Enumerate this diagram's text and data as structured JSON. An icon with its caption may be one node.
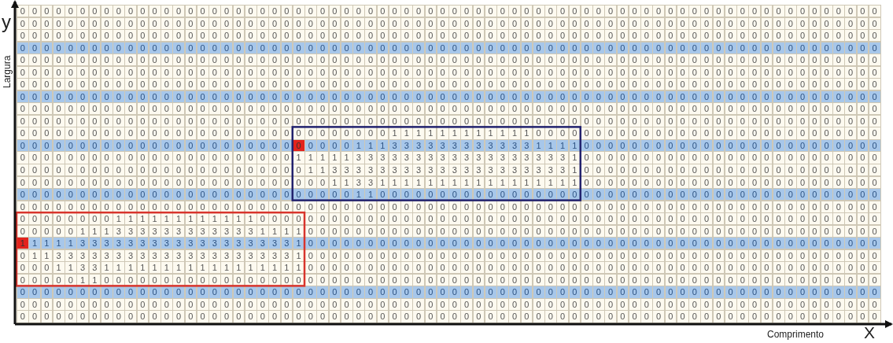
{
  "diagram": {
    "labels": [
      "y",
      "Largura",
      "0",
      "0",
      "0",
      "0",
      "0",
      "0",
      "0",
      "0",
      "0",
      "0",
      "0",
      "0",
      "0",
      "0",
      "0",
      "0",
      "0",
      "0",
      "0",
      "0",
      "0",
      "0",
      "0",
      "0",
      "0",
      "0",
      "0",
      "0",
      "0",
      "0",
      "0",
      "0",
      "0",
      "0",
      "0",
      "0",
      "0",
      "0",
      "0",
      "0",
      "0",
      "0",
      "0",
      "0",
      "0",
      "0",
      "0",
      "0",
      "0",
      "0",
      "0",
      "0",
      "0",
      "0",
      "0",
      "0",
      "0",
      "0",
      "0",
      "0",
      "0",
      "0",
      "0",
      "0",
      "0",
      "0",
      "0",
      "0",
      "0",
      "0",
      "0",
      "0",
      "0",
      "0",
      "0",
      "0",
      "0",
      "0",
      "0",
      "0",
      "0",
      "0",
      "0",
      "0",
      "0",
      "0",
      "0",
      "0",
      "0",
      "0",
      "0",
      "0",
      "0",
      "0",
      "0",
      "0",
      "0",
      "0",
      "0",
      "0",
      "0",
      "0",
      "0",
      "0",
      "0",
      "0",
      "0",
      "0",
      "0",
      "0",
      "0",
      "0",
      "0",
      "0",
      "0",
      "0",
      "0",
      "0",
      "0",
      "0",
      "0",
      "0",
      "0",
      "0",
      "0",
      "0",
      "0",
      "0",
      "0",
      "0",
      "0",
      "0",
      "0",
      "0",
      "0",
      "0",
      "0",
      "0",
      "0",
      "0",
      "0",
      "0",
      "0",
      "0",
      "0",
      "0",
      "0",
      "0",
      "0",
      "0",
      "0",
      "0",
      "0",
      "0",
      "0",
      "0",
      "0",
      "0",
      "0",
      "0",
      "0",
      "0",
      "0",
      "0",
      "0",
      "0",
      "0",
      "0",
      "0",
      "0",
      "0",
      "0",
      "0",
      "0",
      "0",
      "0",
      "0",
      "0",
      "0",
      "0",
      "0",
      "0",
      "0",
      "0",
      "0",
      "0",
      "0",
      "0",
      "0",
      "0",
      "0",
      "0",
      "0",
      "0",
      "0",
      "0",
      "0",
      "0",
      "0",
      "0",
      "0",
      "0",
      "0",
      "0",
      "0",
      "0",
      "0",
      "0",
      "0",
      "0",
      "0",
      "0",
      "0",
      "0",
      "0",
      "0",
      "0",
      "0",
      "0",
      "0",
      "0",
      "0",
      "0",
      "0",
      "0",
      "0",
      "0",
      "0",
      "0",
      "0",
      "0",
      "0",
      "0",
      "0",
      "0",
      "0",
      "0",
      "0",
      "0",
      "0",
      "0",
      "0",
      "0",
      "0",
      "0",
      "0",
      "0",
      "0",
      "0",
      "0",
      "0",
      "0",
      "0",
      "0",
      "0",
      "0",
      "0",
      "0",
      "0",
      "0",
      "0",
      "0",
      "0",
      "0",
      "0",
      "0",
      "0",
      "0",
      "0",
      "0",
      "0",
      "0",
      "0",
      "0",
      "0",
      "0",
      "0",
      "0",
      "0",
      "0",
      "0",
      "0",
      "0",
      "0",
      "0",
      "0",
      "0",
      "0",
      "0",
      "0",
      "0",
      "0",
      "0",
      "0",
      "0",
      "0",
      "0",
      "0",
      "0",
      "0",
      "0",
      "0",
      "0",
      "0",
      "0",
      "0",
      "0",
      "0",
      "0",
      "0",
      "0",
      "0",
      "0",
      "0",
      "0",
      "0",
      "0",
      "0",
      "0",
      "0",
      "0",
      "0",
      "0",
      "0",
      "0",
      "0",
      "0",
      "0",
      "0",
      "0",
      "0",
      "0",
      "0",
      "0",
      "0",
      "0",
      "0",
      "0",
      "0",
      "0",
      "0",
      "0",
      "0",
      "0",
      "0",
      "0",
      "0",
      "0",
      "0",
      "0",
      "0",
      "0",
      "0",
      "0",
      "0",
      "0",
      "0",
      "0",
      "0",
      "0",
      "0",
      "0",
      "0",
      "0",
      "0",
      "0",
      "0",
      "0",
      "0",
      "0",
      "0",
      "0",
      "0",
      "0",
      "0",
      "0",
      "0",
      "0",
      "0",
      "0",
      "0",
      "0",
      "0",
      "0",
      "0",
      "0",
      "0",
      "0",
      "0",
      "0",
      "0",
      "0",
      "0",
      "0",
      "0",
      "0",
      "0",
      "0",
      "0",
      "0",
      "0",
      "0",
      "0",
      "0",
      "0",
      "0",
      "0",
      "0",
      "0",
      "0",
      "0",
      "0",
      "0",
      "0",
      "0",
      "0",
      "0",
      "0",
      "0",
      "0",
      "0",
      "0",
      "0",
      "0",
      "0",
      "0",
      "0",
      "0",
      "0",
      "0",
      "0",
      "0",
      "0",
      "0",
      "0",
      "0",
      "0",
      "0",
      "0",
      "0",
      "0",
      "0",
      "0",
      "0",
      "0",
      "0",
      "0",
      "0",
      "0",
      "0",
      "0",
      "0",
      "0",
      "0",
      "0",
      "0",
      "0",
      "0",
      "0",
      "0",
      "0",
      "0",
      "0",
      "0",
      "0",
      "0",
      "0",
      "0",
      "0",
      "0",
      "0",
      "0",
      "0",
      "0",
      "0",
      "0",
      "0",
      "0",
      "0",
      "0",
      "0",
      "0",
      "0",
      "0",
      "0",
      "0",
      "0",
      "0",
      "0",
      "0",
      "0",
      "0",
      "0",
      "0",
      "0",
      "0",
      "0",
      "0",
      "0",
      "0",
      "0",
      "0",
      "0",
      "0",
      "0",
      "0",
      "0",
      "0",
      "0",
      "0",
      "0",
      "0",
      "0",
      "0",
      "0",
      "0",
      "0",
      "0",
      "0",
      "0",
      "0",
      "0",
      "0",
      "0",
      "0",
      "0",
      "0",
      "0",
      "0",
      "0",
      "0",
      "0",
      "0",
      "0",
      "0",
      "0",
      "0",
      "0",
      "0",
      "0",
      "0",
      "0",
      "0",
      "0",
      "0",
      "0",
      "0",
      "0",
      "0",
      "0",
      "0",
      "0",
      "0",
      "0",
      "0",
      "0",
      "0",
      "0",
      "0",
      "0",
      "0",
      "0",
      "0",
      "0",
      "0",
      "0",
      "0",
      "0",
      "0",
      "0",
      "0",
      "0",
      "0",
      "0",
      "0",
      "0",
      "0",
      "0",
      "0",
      "0",
      "0",
      "0",
      "0",
      "0",
      "0",
      "0",
      "0",
      "0",
      "0",
      "0",
      "0",
      "0",
      "0",
      "0",
      "0",
      "0",
      "0",
      "0",
      "0",
      "0",
      "0",
      "0",
      "0",
      "0",
      "0",
      "0",
      "0",
      "0",
      "0",
      "0",
      "0",
      "0",
      "0",
      "0",
      "0",
      "0",
      "0",
      "0",
      "0",
      "0",
      "0",
      "0",
      "0",
      "0",
      "0",
      "0",
      "0",
      "0",
      "0",
      "0",
      "0",
      "0",
      "0",
      "0",
      "0",
      "0",
      "0",
      "0",
      "0",
      "0",
      "0",
      "0",
      "0",
      "0",
      "0",
      "0",
      "0",
      "0",
      "0",
      "0",
      "0",
      "0",
      "0",
      "0",
      "0",
      "0",
      "0",
      "0",
      "0",
      "0",
      "0",
      "0",
      "0",
      "0",
      "0",
      "0",
      "0",
      "0",
      "0",
      "0",
      "0",
      "0",
      "0",
      "0",
      "0",
      "0",
      "0",
      "0",
      "0",
      "0",
      "0",
      "0",
      "0",
      "0",
      "0",
      "0",
      "0",
      "0",
      "0",
      "0",
      "0",
      "0",
      "0",
      "0",
      "0",
      "0",
      "0",
      "0",
      "0",
      "0",
      "0",
      "0",
      "0",
      "0",
      "0",
      "0",
      "0",
      "0",
      "0",
      "0",
      "0",
      "0",
      "0",
      "0",
      "0",
      "0",
      "0",
      "0",
      "0",
      "0",
      "0",
      "0",
      "0",
      "0",
      "0",
      "0",
      "0",
      "0",
      "0",
      "0",
      "0",
      "0",
      "0",
      "0",
      "0",
      "0",
      "0",
      "0",
      "0",
      "0",
      "0",
      "0",
      "0",
      "0",
      "0",
      "0",
      "0",
      "0",
      "0",
      "0",
      "0",
      "1",
      "1",
      "1",
      "1",
      "1",
      "1",
      "1",
      "1",
      "1",
      "1",
      "1",
      "1",
      "0",
      "0",
      "0",
      "0",
      "0",
      "0",
      "0",
      "0",
      "0",
      "0",
      "0",
      "0",
      "0",
      "0",
      "0",
      "0",
      "0",
      "0",
      "0",
      "0",
      "0",
      "0",
      "0",
      "0",
      "0",
      "0",
      "0",
      "0",
      "0",
      "0",
      "0",
      "0",
      "0",
      "0",
      "0",
      "0",
      "0",
      "0",
      "0",
      "0",
      "0",
      "0",
      "0",
      "0",
      "0",
      "0",
      "0",
      "0",
      "0",
      "0",
      "0",
      "0",
      "0",
      "0",
      "0",
      "0",
      "0",
      "1",
      "1",
      "1",
      "3",
      "3",
      "3",
      "3",
      "3",
      "3",
      "3",
      "3",
      "3",
      "3",
      "3",
      "3",
      "1",
      "1",
      "1",
      "1",
      "0",
      "0",
      "0",
      "0",
      "0",
      "0",
      "0",
      "0",
      "0",
      "0",
      "0",
      "0",
      "0",
      "0",
      "0",
      "0",
      "0",
      "0",
      "0",
      "0",
      "0",
      "0",
      "0",
      "0",
      "0",
      "0",
      "0",
      "0",
      "0",
      "0",
      "0",
      "0",
      "0",
      "0",
      "0",
      "0",
      "0",
      "0",
      "0",
      "0",
      "0",
      "0",
      "0",
      "0",
      "0",
      "0",
      "0",
      "0",
      "1",
      "1",
      "1",
      "1",
      "1",
      "3",
      "3",
      "3",
      "3",
      "3",
      "3",
      "3",
      "3",
      "3",
      "3",
      "3",
      "3",
      "3",
      "3",
      "3",
      "3",
      "3",
      "3",
      "1",
      "0",
      "0",
      "0",
      "0",
      "0",
      "0",
      "0",
      "0",
      "0",
      "0",
      "0",
      "0",
      "0",
      "0",
      "0",
      "0",
      "0",
      "0",
      "0",
      "0",
      "0",
      "0",
      "0",
      "0",
      "0",
      "0",
      "0",
      "0",
      "0",
      "0",
      "0",
      "0",
      "0",
      "0",
      "0",
      "0",
      "0",
      "0",
      "0",
      "0",
      "0",
      "0",
      "0",
      "0",
      "0",
      "0",
      "0",
      "0",
      "0",
      "1",
      "1",
      "3",
      "3",
      "3",
      "3",
      "3",
      "3",
      "3",
      "3",
      "3",
      "3",
      "3",
      "3",
      "3",
      "3",
      "3",
      "3",
      "3",
      "3",
      "3",
      "3",
      "1",
      "0",
      "0",
      "0",
      "0",
      "0",
      "0",
      "0",
      "0",
      "0",
      "0",
      "0",
      "0",
      "0",
      "0",
      "0",
      "0",
      "0",
      "0",
      "0",
      "0",
      "0",
      "0",
      "0",
      "0",
      "0",
      "0",
      "0",
      "0",
      "0",
      "0",
      "0",
      "0",
      "0",
      "0",
      "0",
      "0",
      "0",
      "0",
      "0",
      "0",
      "0",
      "0",
      "0",
      "0",
      "0",
      "0",
      "0",
      "0",
      "0",
      "0",
      "0",
      "1",
      "1",
      "3",
      "3",
      "1",
      "1",
      "1",
      "1",
      "1",
      "1",
      "1",
      "1",
      "1",
      "1",
      "1",
      "1",
      "1",
      "1",
      "1",
      "1",
      "1",
      "0",
      "0",
      "0",
      "0",
      "0",
      "0",
      "0",
      "0",
      "0",
      "0",
      "0",
      "0",
      "0",
      "0",
      "0",
      "0",
      "0",
      "0",
      "0",
      "0",
      "0",
      "0",
      "0",
      "0",
      "0",
      "0",
      "0",
      "0",
      "0",
      "0",
      "0",
      "0",
      "0",
      "0",
      "0",
      "0",
      "0",
      "0",
      "0",
      "0",
      "0",
      "0",
      "0",
      "0",
      "0",
      "0",
      "0",
      "0",
      "0",
      "0",
      "0",
      "0",
      "0",
      "1",
      "1",
      "0",
      "0",
      "0",
      "0",
      "0",
      "0",
      "0",
      "0",
      "0",
      "0",
      "0",
      "0",
      "0",
      "0",
      "0",
      "0",
      "0",
      "0",
      "0",
      "0",
      "0",
      "0",
      "0",
      "0",
      "0",
      "0",
      "0",
      "0",
      "0",
      "0",
      "0",
      "0",
      "0",
      "0",
      "0",
      "0",
      "0",
      "0",
      "0",
      "0",
      "0",
      "0",
      "0",
      "0",
      "0",
      "0",
      "0",
      "0",
      "0",
      "0",
      "0",
      "0",
      "0",
      "0",
      "0",
      "0",
      "0",
      "0",
      "0",
      "0",
      "0",
      "0",
      "0",
      "0",
      "0",
      "0",
      "0",
      "0",
      "0",
      "0",
      "0",
      "0",
      "0",
      "0",
      "0",
      "0",
      "0",
      "0",
      "0",
      "0",
      "0",
      "0",
      "0",
      "0",
      "0",
      "0",
      "0",
      "0",
      "0",
      "0",
      "0",
      "0",
      "0",
      "0",
      "0",
      "0",
      "0",
      "0",
      "0",
      "0",
      "0",
      "0",
      "0",
      "0",
      "0",
      "0",
      "0",
      "0",
      "0",
      "0",
      "0",
      "0",
      "0",
      "0",
      "0",
      "0",
      "0",
      "0",
      "0",
      "0",
      "0",
      "0",
      "1",
      "1",
      "1",
      "1",
      "1",
      "1",
      "1",
      "1",
      "1",
      "1",
      "1",
      "1",
      "0",
      "0",
      "0",
      "0",
      "0",
      "0",
      "0",
      "0",
      "0",
      "0",
      "0",
      "0",
      "0",
      "0",
      "0",
      "0",
      "0",
      "0",
      "0",
      "0",
      "0",
      "0",
      "0",
      "0",
      "0",
      "0",
      "0",
      "0",
      "0",
      "0",
      "0",
      "0",
      "0",
      "0",
      "0",
      "0",
      "0",
      "0",
      "0",
      "0",
      "0",
      "0",
      "0",
      "0",
      "0",
      "0",
      "0",
      "0",
      "0",
      "0",
      "0",
      "0",
      "0",
      "0",
      "0",
      "0",
      "0",
      "1",
      "1",
      "1",
      "3",
      "3",
      "3",
      "3",
      "3",
      "3",
      "3",
      "3",
      "3",
      "3",
      "3",
      "3",
      "1",
      "1",
      "1",
      "1",
      "0",
      "0",
      "0",
      "0",
      "0",
      "0",
      "0",
      "0",
      "0",
      "0",
      "0",
      "0",
      "0",
      "0",
      "0",
      "0",
      "0",
      "0",
      "0",
      "0",
      "0",
      "0",
      "0",
      "0",
      "0",
      "0",
      "0",
      "0",
      "0",
      "0",
      "0",
      "0",
      "0",
      "0",
      "0",
      "0",
      "0",
      "0",
      "0",
      "0",
      "0",
      "0",
      "0",
      "0",
      "0",
      "0",
      "0",
      "0",
      "1",
      "1",
      "1",
      "1",
      "1",
      "3",
      "3",
      "3",
      "3",
      "3",
      "3",
      "3",
      "3",
      "3",
      "3",
      "3",
      "3",
      "3",
      "3",
      "3",
      "3",
      "3",
      "3",
      "1",
      "0",
      "0",
      "0",
      "0",
      "0",
      "0",
      "0",
      "0",
      "0",
      "0",
      "0",
      "0",
      "0",
      "0",
      "0",
      "0",
      "0",
      "0",
      "0",
      "0",
      "0",
      "0",
      "0",
      "0",
      "0",
      "0",
      "0",
      "0",
      "0",
      "0",
      "0",
      "0",
      "0",
      "0",
      "0",
      "0",
      "0",
      "0",
      "0",
      "0",
      "0",
      "0",
      "0",
      "0",
      "0",
      "0",
      "0",
      "0",
      "0",
      "1",
      "1",
      "3",
      "3",
      "3",
      "3",
      "3",
      "3",
      "3",
      "3",
      "3",
      "3",
      "3",
      "3",
      "3",
      "3",
      "3",
      "3",
      "3",
      "3",
      "3",
      "3",
      "1",
      "0",
      "0",
      "0",
      "0",
      "0",
      "0",
      "0",
      "0",
      "0",
      "0",
      "0",
      "0",
      "0",
      "0",
      "0",
      "0",
      "0",
      "0",
      "0",
      "0",
      "0",
      "0",
      "0",
      "0",
      "0",
      "0",
      "0",
      "0",
      "0",
      "0",
      "0",
      "0",
      "0",
      "0",
      "0",
      "0",
      "0",
      "0",
      "0",
      "0",
      "0",
      "0",
      "0",
      "0",
      "0",
      "0",
      "0",
      "0",
      "0",
      "0",
      "0",
      "1",
      "1",
      "3",
      "3",
      "1",
      "1",
      "1",
      "1",
      "1",
      "1",
      "1",
      "1",
      "1",
      "1",
      "1",
      "1",
      "1",
      "1",
      "1",
      "1",
      "1",
      "0",
      "0",
      "0",
      "0",
      "0",
      "0",
      "0",
      "0",
      "0",
      "0",
      "0",
      "0",
      "0",
      "0",
      "0",
      "0",
      "0",
      "0",
      "0",
      "0",
      "0",
      "0",
      "0",
      "0",
      "0",
      "0",
      "0",
      "0",
      "0",
      "0",
      "0",
      "0",
      "0",
      "0",
      "0",
      "0",
      "0",
      "0",
      "0",
      "0",
      "0",
      "0",
      "0",
      "0",
      "0",
      "0",
      "0",
      "0",
      "0",
      "0",
      "0",
      "0",
      "0",
      "1",
      "1",
      "0",
      "0",
      "0",
      "0",
      "0",
      "0",
      "0",
      "0",
      "0",
      "0",
      "0",
      "0",
      "0",
      "0",
      "0",
      "0",
      "0",
      "0",
      "0",
      "0",
      "0",
      "0",
      "0",
      "0",
      "0",
      "0",
      "0",
      "0",
      "0",
      "0",
      "0",
      "0",
      "0",
      "0",
      "0",
      "0",
      "0",
      "0",
      "0",
      "0",
      "0",
      "0",
      "0",
      "0",
      "0",
      "0",
      "0",
      "0",
      "0",
      "0",
      "0",
      "0",
      "0",
      "0",
      "0",
      "0",
      "0",
      "0",
      "0",
      "0",
      "0",
      "0",
      "0",
      "0",
      "0",
      "0",
      "0",
      "0",
      "0",
      "0",
      "0",
      "0",
      "0",
      "0",
      "0",
      "0",
      "0",
      "0",
      "0",
      "0",
      "0",
      "0",
      "0",
      "0",
      "0",
      "0",
      "0",
      "0",
      "0",
      "0",
      "0",
      "0",
      "0",
      "0",
      "0",
      "0",
      "0",
      "0",
      "0",
      "0",
      "0",
      "0",
      "0",
      "0",
      "0",
      "0",
      "0",
      "0",
      "0",
      "0",
      "0",
      "0",
      "0",
      "0",
      "0",
      "0",
      "0",
      "0",
      "0",
      "0",
      "0",
      "0",
      "0",
      "0",
      "0",
      "0",
      "0",
      "0",
      "0",
      "0",
      "0",
      "0",
      "0",
      "0",
      "0",
      "0",
      "0",
      "0",
      "0",
      "0",
      "0",
      "0",
      "0",
      "0",
      "0",
      "0",
      "0",
      "0",
      "0",
      "0",
      "0",
      "0",
      "0",
      "0",
      "0",
      "0",
      "0",
      "0",
      "0",
      "0",
      "0",
      "0",
      "0",
      "0",
      "0",
      "0",
      "0",
      "0",
      "0",
      "0",
      "0",
      "0",
      "0",
      "0",
      "0",
      "0",
      "0",
      "0",
      "0",
      "0",
      "0",
      "0",
      "0",
      "0",
      "0",
      "0",
      "0",
      "0",
      "0",
      "0",
      "0",
      "0",
      "0",
      "0",
      "0",
      "0",
      "0",
      "0",
      "0",
      "0",
      "0",
      "0",
      "0",
      "0",
      "0",
      "0",
      "0",
      "0",
      "0",
      "0",
      "0",
      "0",
      "0",
      "0",
      "0",
      "0",
      "0",
      "0",
      "0",
      "0",
      "0",
      "0",
      "0",
      "0",
      "0",
      "0",
      "0",
      "0",
      "0",
      "0",
      "0",
      "0",
      "0",
      "0",
      "0",
      "0",
      "0",
      "0",
      "0",
      "0",
      "0",
      "0",
      "0",
      "0",
      "0",
      "0",
      "0",
      "0",
      "0",
      "0",
      "0",
      "0",
      "0",
      "0",
      "0",
      "0",
      "0",
      "0",
      "0",
      "0",
      "0",
      "0",
      "0",
      "0",
      "0",
      "0",
      "0",
      "0",
      "0",
      "0",
      "0",
      "0",
      "0",
      "0",
      "0",
      "0",
      "0",
      "0",
      "0",
      "0",
      "0",
      "Comprimento",
      "X"
    ]
  }
}
